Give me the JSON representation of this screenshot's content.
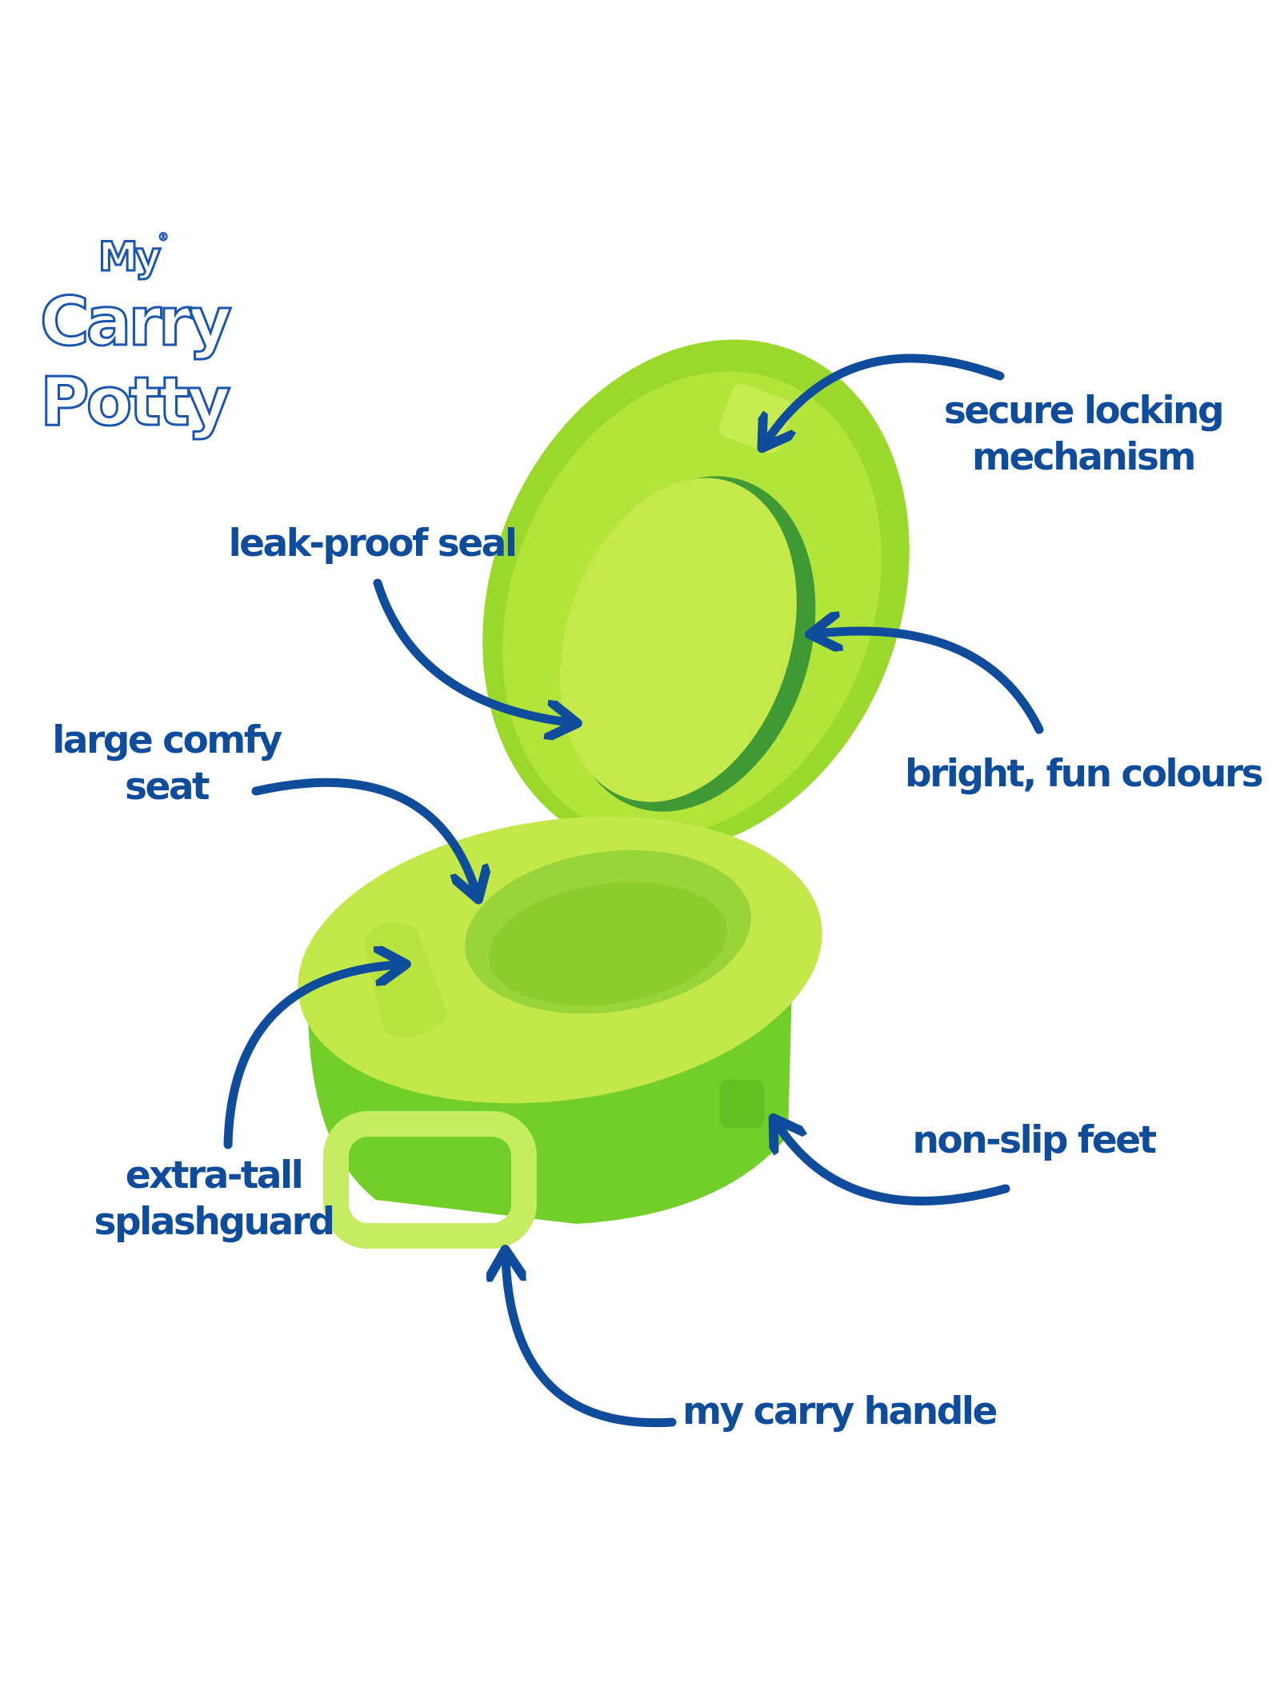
{
  "logo": {
    "line1": "My",
    "line2": "Carry",
    "line3": "Potty",
    "mark": "®"
  },
  "colors": {
    "label_blue": "#0f4c9c",
    "lime": "#b9e63c",
    "green": "#7ad12c",
    "seal": "#3f9a35"
  },
  "callouts": {
    "secure_locking": [
      "secure locking",
      "mechanism"
    ],
    "leak_proof": "leak-proof seal",
    "large_seat": [
      "large comfy",
      "seat"
    ],
    "bright_colours": "bright, fun colours",
    "splashguard": [
      "extra-tall",
      "splashguard"
    ],
    "non_slip": "non-slip feet",
    "carry_handle": "my carry handle"
  }
}
